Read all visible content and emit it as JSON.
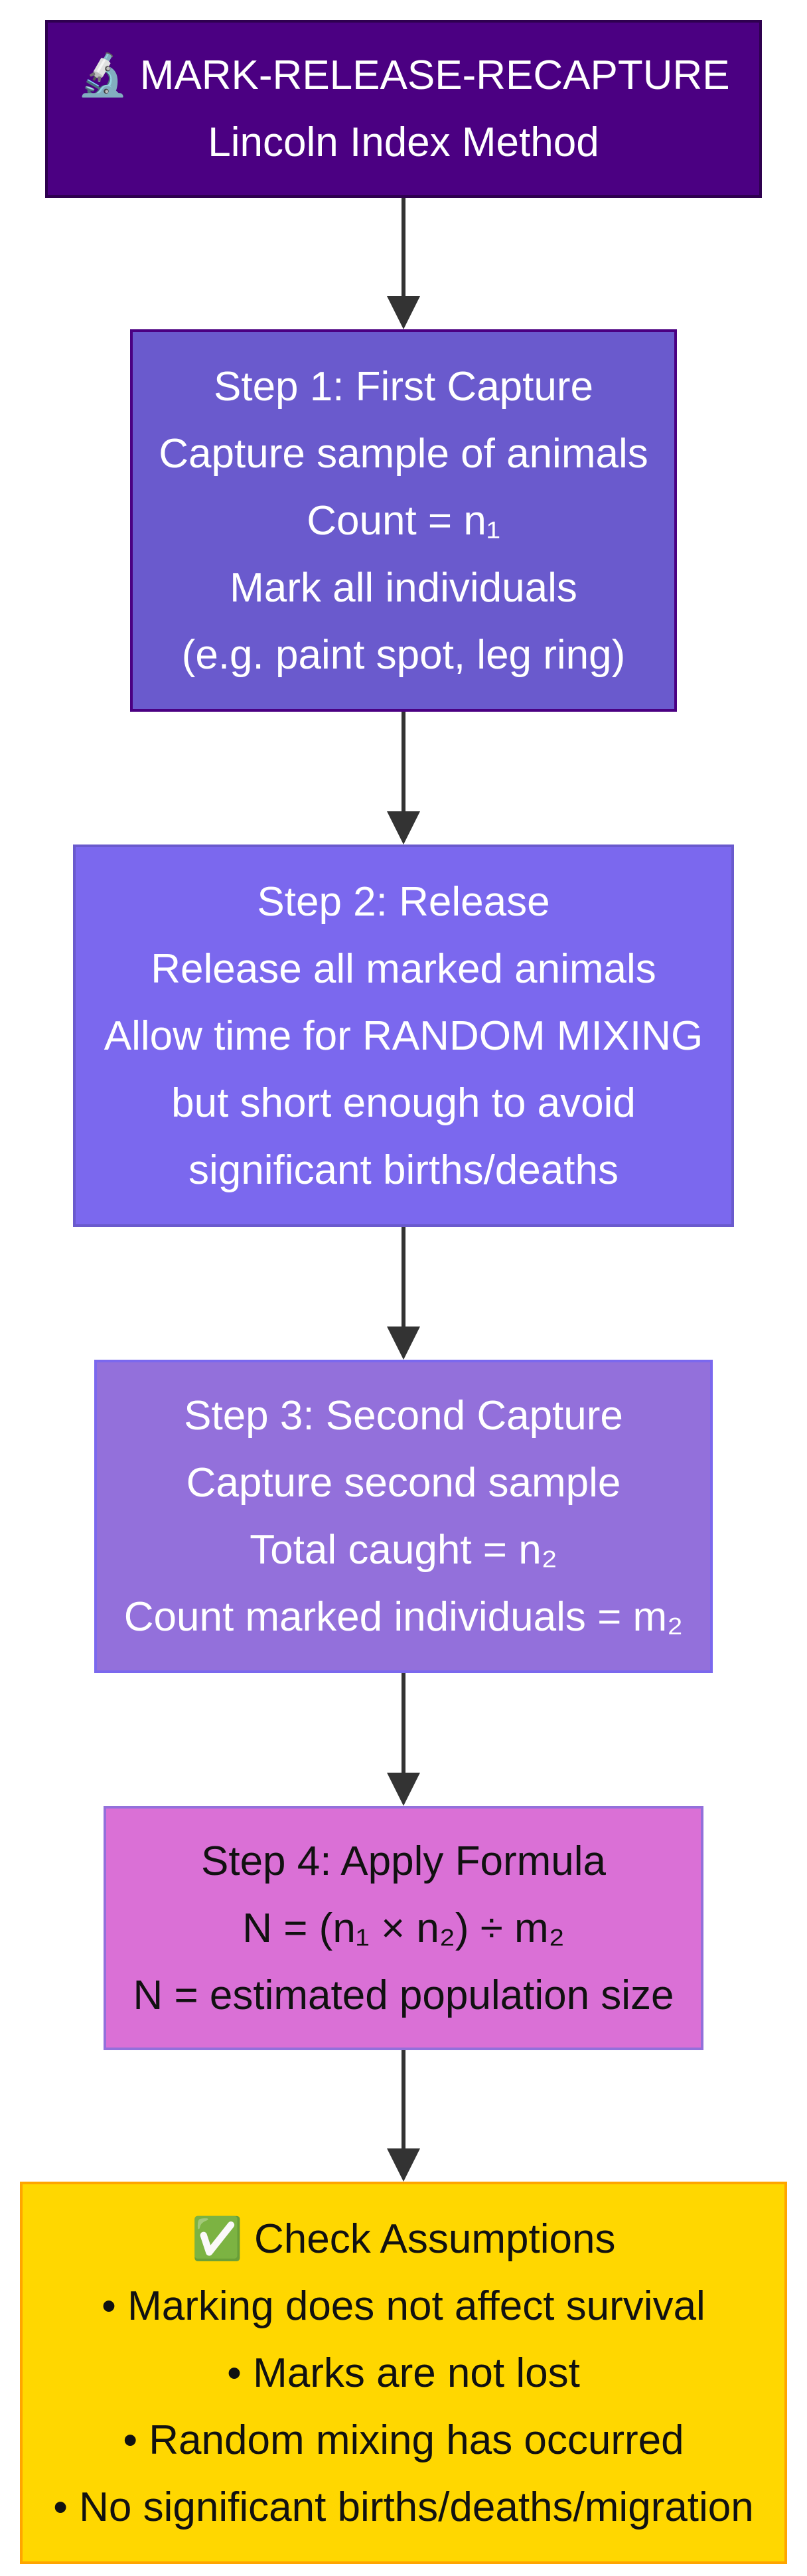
{
  "nodes": {
    "title": {
      "icon": "microscope-icon",
      "line1": "🔬 MARK-RELEASE-RECAPTURE",
      "line2": "Lincoln Index Method",
      "fill": "#4B0082",
      "border": "#2E004F"
    },
    "step1": {
      "line1": "Step 1: First Capture",
      "line2": "Capture sample of animals",
      "line3": "Count = n₁",
      "line4": "Mark all individuals",
      "line5": "(e.g. paint spot, leg ring)",
      "fill": "#6A5ACD",
      "border": "#4B0082"
    },
    "step2": {
      "line1": "Step 2: Release",
      "line2": "Release all marked animals",
      "line3": "Allow time for RANDOM MIXING",
      "line4": "but short enough to avoid",
      "line5": "significant births/deaths",
      "fill": "#7B68EE",
      "border": "#6A5ACD"
    },
    "step3": {
      "line1": "Step 3: Second Capture",
      "line2": "Capture second sample",
      "line3": "Total caught = n₂",
      "line4": "Count marked individuals = m₂",
      "fill": "#9370DB",
      "border": "#7B68EE"
    },
    "step4": {
      "line1": "Step 4: Apply Formula",
      "line2": "N = (n₁ × n₂) ÷ m₂",
      "line3": "N = estimated population size",
      "fill": "#DA70D6",
      "border": "#9370DB"
    },
    "assumptions": {
      "icon": "check-mark-icon",
      "line1": "✅ Check Assumptions",
      "line2": "• Marking does not affect survival",
      "line3": "• Marks are not lost",
      "line4": "• Random mixing has occurred",
      "line5": "• No significant births/deaths/migration",
      "fill": "#FFD700",
      "border": "#FFA500"
    }
  }
}
